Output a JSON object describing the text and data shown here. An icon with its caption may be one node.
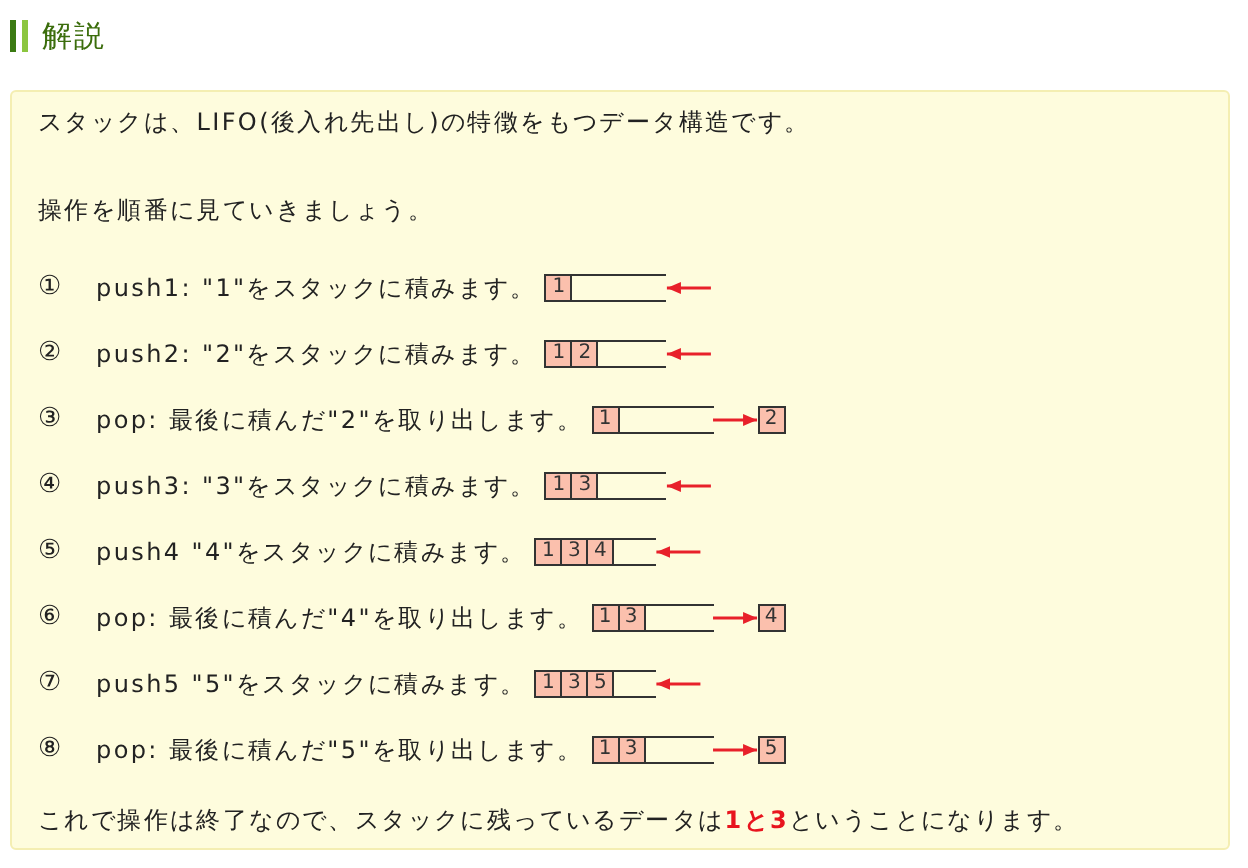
{
  "diagram": {
    "title": "解説",
    "nodes": [
      {
        "text": [],
        "shape": "box"
      },
      {
        "text": [
          "1"
        ],
        "in": 0
      },
      {
        "text": [],
        "shape": "box"
      },
      {
        "text": [
          "1"
        ],
        "in": 2
      },
      {
        "text": [
          "2"
        ],
        "in": 2
      },
      {
        "text": [],
        "shape": "box"
      },
      {
        "text": [
          "1"
        ],
        "in": 5
      },
      {
        "text": [
          "2"
        ]
      },
      {
        "text": [],
        "shape": "box"
      },
      {
        "text": [
          "1"
        ],
        "in": 8
      },
      {
        "text": [
          "3"
        ],
        "in": 8
      },
      {
        "text": [],
        "shape": "box"
      },
      {
        "text": [
          "1"
        ],
        "in": 11
      },
      {
        "text": [
          "3"
        ],
        "in": 11
      },
      {
        "text": [
          "4"
        ],
        "in": 11
      },
      {
        "text": [],
        "shape": "box"
      },
      {
        "text": [
          "1"
        ],
        "in": 15
      },
      {
        "text": [
          "3"
        ],
        "in": 15
      },
      {
        "text": [
          "4"
        ]
      },
      {
        "text": [],
        "shape": "box"
      },
      {
        "text": [
          "1"
        ],
        "in": 19
      },
      {
        "text": [
          "3"
        ],
        "in": 19
      },
      {
        "text": [
          "5"
        ],
        "in": 19
      },
      {
        "text": [],
        "shape": "box"
      },
      {
        "text": [
          "1"
        ],
        "in": 23
      },
      {
        "text": [
          "3"
        ],
        "in": 23
      },
      {
        "text": [
          "5"
        ]
      }
    ],
    "edges": [
      {
        "from": null,
        "to": 0,
        "arrow": "to"
      },
      {
        "from": null,
        "to": 2,
        "arrow": "to"
      },
      {
        "from": 5,
        "to": 7,
        "arrow": "to"
      },
      {
        "from": null,
        "to": 8,
        "arrow": "to"
      },
      {
        "from": null,
        "to": 11,
        "arrow": "to"
      },
      {
        "from": 15,
        "to": 18,
        "arrow": "to"
      },
      {
        "from": null,
        "to": 19,
        "arrow": "to"
      },
      {
        "from": 23,
        "to": 26,
        "arrow": "to"
      }
    ],
    "labels": [
      "スタックは、LIFO(後入れ先出し)の特徴をもつデータ構造です。",
      "操作を順番に見ていきましょう。",
      "①",
      "push1: \"1\"をスタックに積みます。",
      "②",
      "push2: \"2\"をスタックに積みます。",
      "③",
      "pop: 最後に積んだ\"2\"を取り出します。",
      "④",
      "push3: \"3\"をスタックに積みます。",
      "⑤",
      "push4 \"4\"をスタックに積みます。",
      "⑥",
      "pop: 最後に積んだ\"4\"を取り出します。",
      "⑦",
      "push5 \"5\"をスタックに積みます。",
      "⑧",
      "pop: 最後に積んだ\"5\"を取り出します。",
      "これで操作は終了なので、スタックに残っているデータは**1と3**ということになります。"
    ]
  }
}
